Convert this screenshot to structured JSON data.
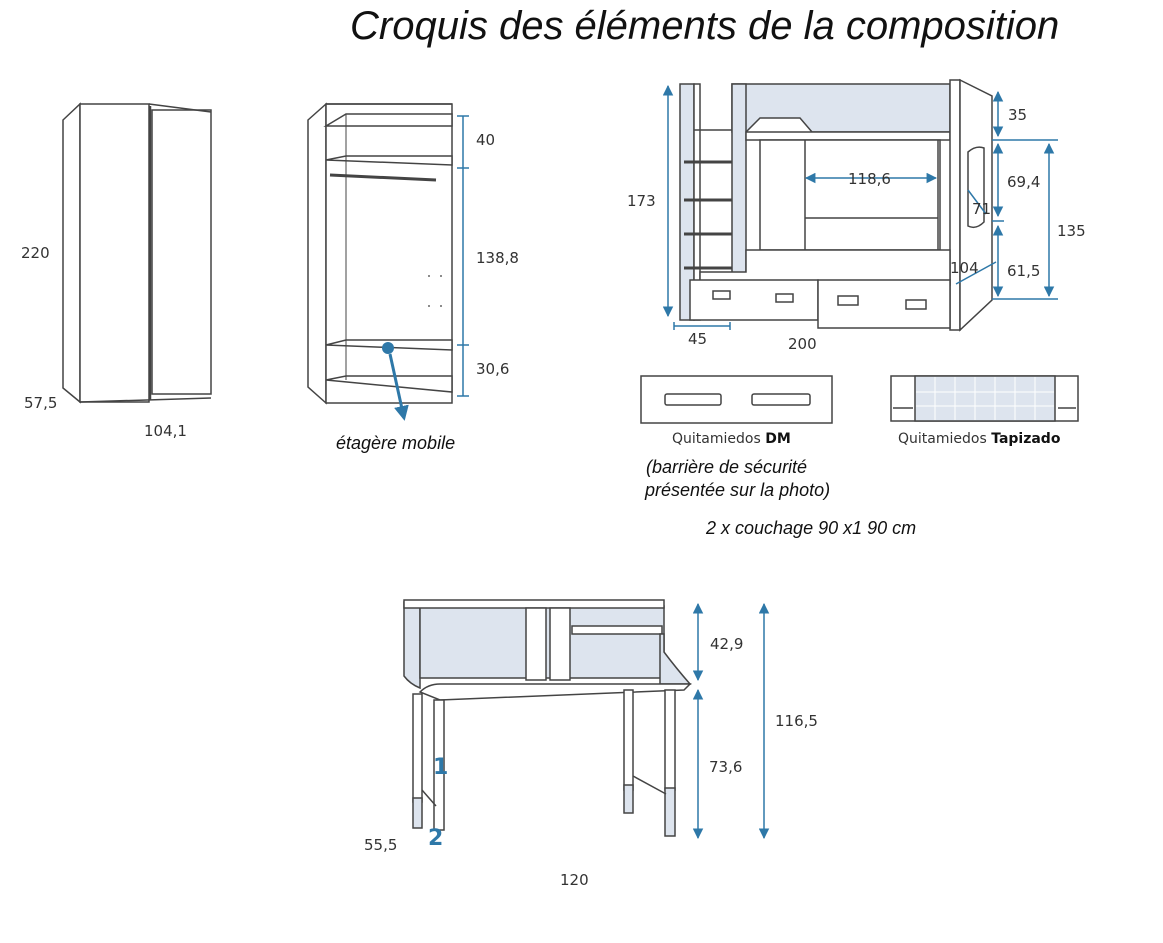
{
  "title": "Croquis des éléments de la composition",
  "wardrobe": {
    "height": "220",
    "depth": "57,5",
    "width": "104,1"
  },
  "wardrobe_interior": {
    "dim_top": "40",
    "dim_middle": "138,8",
    "dim_bottom": "30,6",
    "shelf_label": "étagère mobile"
  },
  "bunk_bed": {
    "height": "173",
    "top_gap": "35",
    "opening": "118,6",
    "dim_69": "69,4",
    "dim_71": "71",
    "dim_135": "135",
    "dim_104": "104",
    "dim_61": "61,5",
    "depth": "45",
    "length": "200",
    "sleeping_note": "2 x couchage 90 x1 90 cm"
  },
  "guard_rails": {
    "dm_label": "Quitamiedos",
    "dm_bold": "DM",
    "tapizado_label": "Quitamiedos",
    "tapizado_bold": "Tapizado",
    "note_line1": "(barrière de sécurité",
    "note_line2": "présentée sur la photo)"
  },
  "desk": {
    "hutch_height": "42,9",
    "total_height": "116,5",
    "desk_height": "73,6",
    "depth": "55,5",
    "width": "120",
    "marker_1": "1",
    "marker_2": "2"
  },
  "colors": {
    "accent": "#2e78a8",
    "panel": "#dde4ee",
    "line": "#444444"
  }
}
